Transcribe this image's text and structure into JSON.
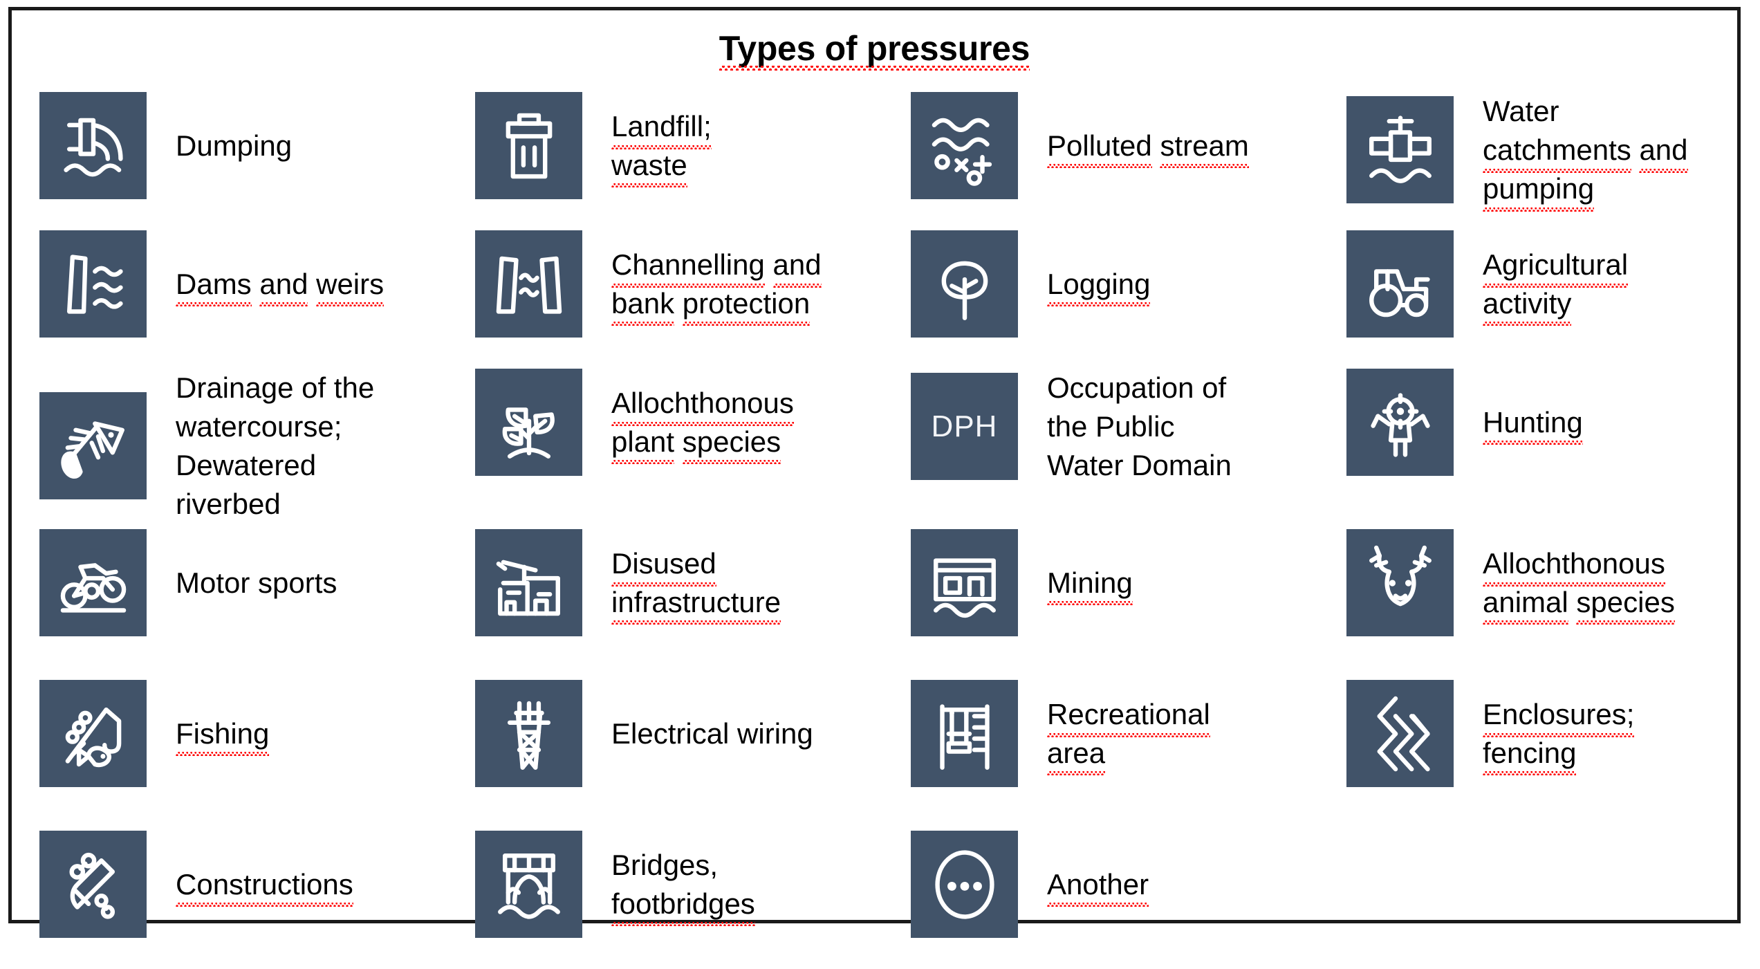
{
  "panel": {
    "title": "Types of pressures",
    "border_color": "#1a1a1a",
    "background": "#ffffff",
    "tile_color": "#415369",
    "icon_color": "#ffffff",
    "text_color": "#000000",
    "spellcheck_underline_color": "#ff0000"
  },
  "grid": {
    "columns": 4,
    "rows": 6,
    "items": [
      {
        "icon": "pipe-discharge-icon",
        "label_lines": [
          "Dumping"
        ],
        "spell": [
          false
        ]
      },
      {
        "icon": "trash-bin-icon",
        "label_lines": [
          "Landfill;",
          "waste"
        ],
        "spell": [
          true,
          true
        ],
        "inline": true
      },
      {
        "icon": "polluted-water-icon",
        "label_lines": [
          "Polluted stream"
        ],
        "spell": [
          true
        ],
        "inline": true
      },
      {
        "icon": "water-valve-pump-icon",
        "label_lines": [
          "Water",
          "catchments and",
          "pumping"
        ],
        "spell": [
          false,
          true,
          true
        ]
      },
      {
        "icon": "dam-weir-icon",
        "label_lines": [
          "Dams and weirs"
        ],
        "spell": [
          true
        ],
        "inline": true
      },
      {
        "icon": "channel-banks-icon",
        "label_lines": [
          "Channelling and",
          "bank protection"
        ],
        "spell": [
          true,
          true
        ]
      },
      {
        "icon": "tree-icon",
        "label_lines": [
          "Logging"
        ],
        "spell": [
          true
        ]
      },
      {
        "icon": "tractor-icon",
        "label_lines": [
          "Agricultural",
          "activity"
        ],
        "spell": [
          true,
          true
        ]
      },
      {
        "icon": "fish-skeleton-icon",
        "label_lines": [
          "Drainage of the",
          "watercourse;",
          "Dewatered",
          "riverbed"
        ],
        "spell": [
          false,
          false,
          false,
          false
        ]
      },
      {
        "icon": "plant-leaves-icon",
        "label_lines": [
          "Allochthonous",
          "plant species"
        ],
        "spell": [
          true,
          true
        ]
      },
      {
        "icon": "dph-text-icon",
        "label_lines": [
          "Occupation of",
          "the Public",
          "Water Domain"
        ],
        "spell": [
          false,
          false,
          false
        ]
      },
      {
        "icon": "hunting-target-icon",
        "label_lines": [
          "Hunting"
        ],
        "spell": [
          true
        ]
      },
      {
        "icon": "motorcycle-icon",
        "label_lines": [
          "Motor sports"
        ],
        "spell": [
          false
        ],
        "inline": true
      },
      {
        "icon": "disused-building-crane-icon",
        "label_lines": [
          "Disused",
          "infrastructure"
        ],
        "spell": [
          true,
          true
        ]
      },
      {
        "icon": "mining-icon",
        "label_lines": [
          "Mining"
        ],
        "spell": [
          true
        ]
      },
      {
        "icon": "deer-head-icon",
        "label_lines": [
          "Allochthonous",
          "animal species"
        ],
        "spell": [
          true,
          true
        ]
      },
      {
        "icon": "fishing-rod-icon",
        "label_lines": [
          "Fishing"
        ],
        "spell": [
          true
        ]
      },
      {
        "icon": "electric-pylon-icon",
        "label_lines": [
          "Electrical wiring"
        ],
        "spell": [
          false
        ],
        "inline": true
      },
      {
        "icon": "playground-icon",
        "label_lines": [
          "Recreational",
          "area"
        ],
        "spell": [
          true,
          true
        ]
      },
      {
        "icon": "fence-mesh-icon",
        "label_lines": [
          "Enclosures;",
          "fencing"
        ],
        "spell": [
          true,
          true
        ]
      },
      {
        "icon": "construction-tools-icon",
        "label_lines": [
          "Constructions"
        ],
        "spell": [
          true
        ]
      },
      {
        "icon": "bridge-icon",
        "label_lines": [
          "Bridges,",
          "footbridges"
        ],
        "spell": [
          false,
          true
        ]
      },
      {
        "icon": "ellipsis-circle-icon",
        "label_lines": [
          "Another"
        ],
        "spell": [
          true
        ]
      },
      {
        "icon": null,
        "label_lines": [],
        "spell": []
      }
    ]
  }
}
